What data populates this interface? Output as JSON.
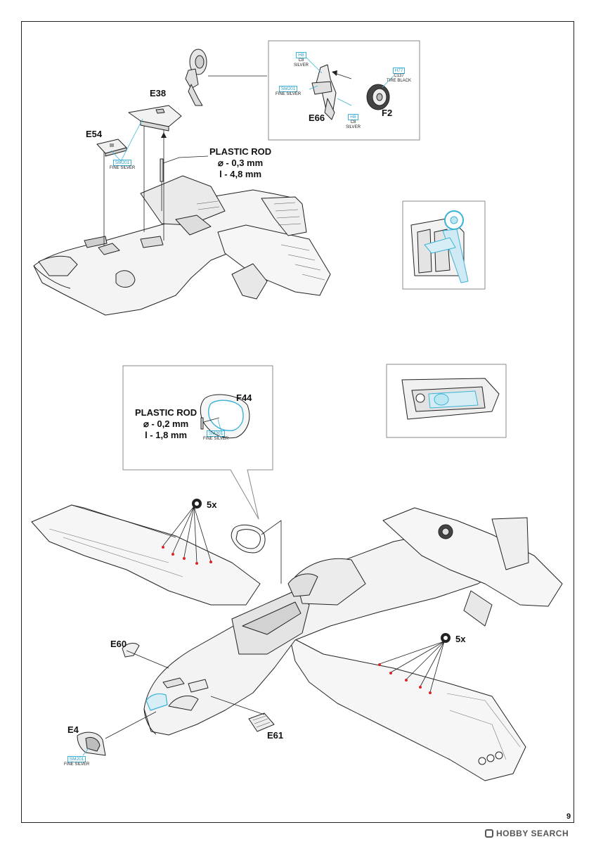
{
  "page_number": "9",
  "watermark": "HOBBY SEARCH",
  "parts": {
    "e38": "E38",
    "e54": "E54",
    "e66": "E66",
    "f2": "F2",
    "f44": "F44",
    "e60": "E60",
    "e61": "E61",
    "e4": "E4"
  },
  "rod_top": {
    "title": "PLASTIC ROD",
    "diameter": "⌀ - 0,3 mm",
    "length": "l - 4,8 mm"
  },
  "rod_mid": {
    "title": "PLASTIC ROD",
    "diameter": "⌀ - 0,2 mm",
    "length": "l - 1,8 mm"
  },
  "multipliers": {
    "upper": "5x",
    "lower": "5x"
  },
  "colors": {
    "h8_top": {
      "code": "H8",
      "line2": "C8",
      "name": "SILVER"
    },
    "sm201_e66": {
      "code": "SM201",
      "name": "FINE SILVER"
    },
    "h8_bottom": {
      "code": "H8",
      "line2": "C8",
      "name": "SILVER"
    },
    "h77": {
      "code": "H77",
      "line2": "C137",
      "name": "TIRE BLACK"
    },
    "sm201_e38": {
      "code": "SM201",
      "name": "FINE SILVER"
    },
    "sm201_f44": {
      "code": "SM201",
      "name": "FINE SILVER"
    },
    "sm201_e4": {
      "code": "SM201",
      "name": "FINE SILVER"
    }
  },
  "accent_colors": {
    "paint_callout": "#3bb3d6",
    "hole_marker": "#d9262b",
    "line_art": "#222222"
  }
}
